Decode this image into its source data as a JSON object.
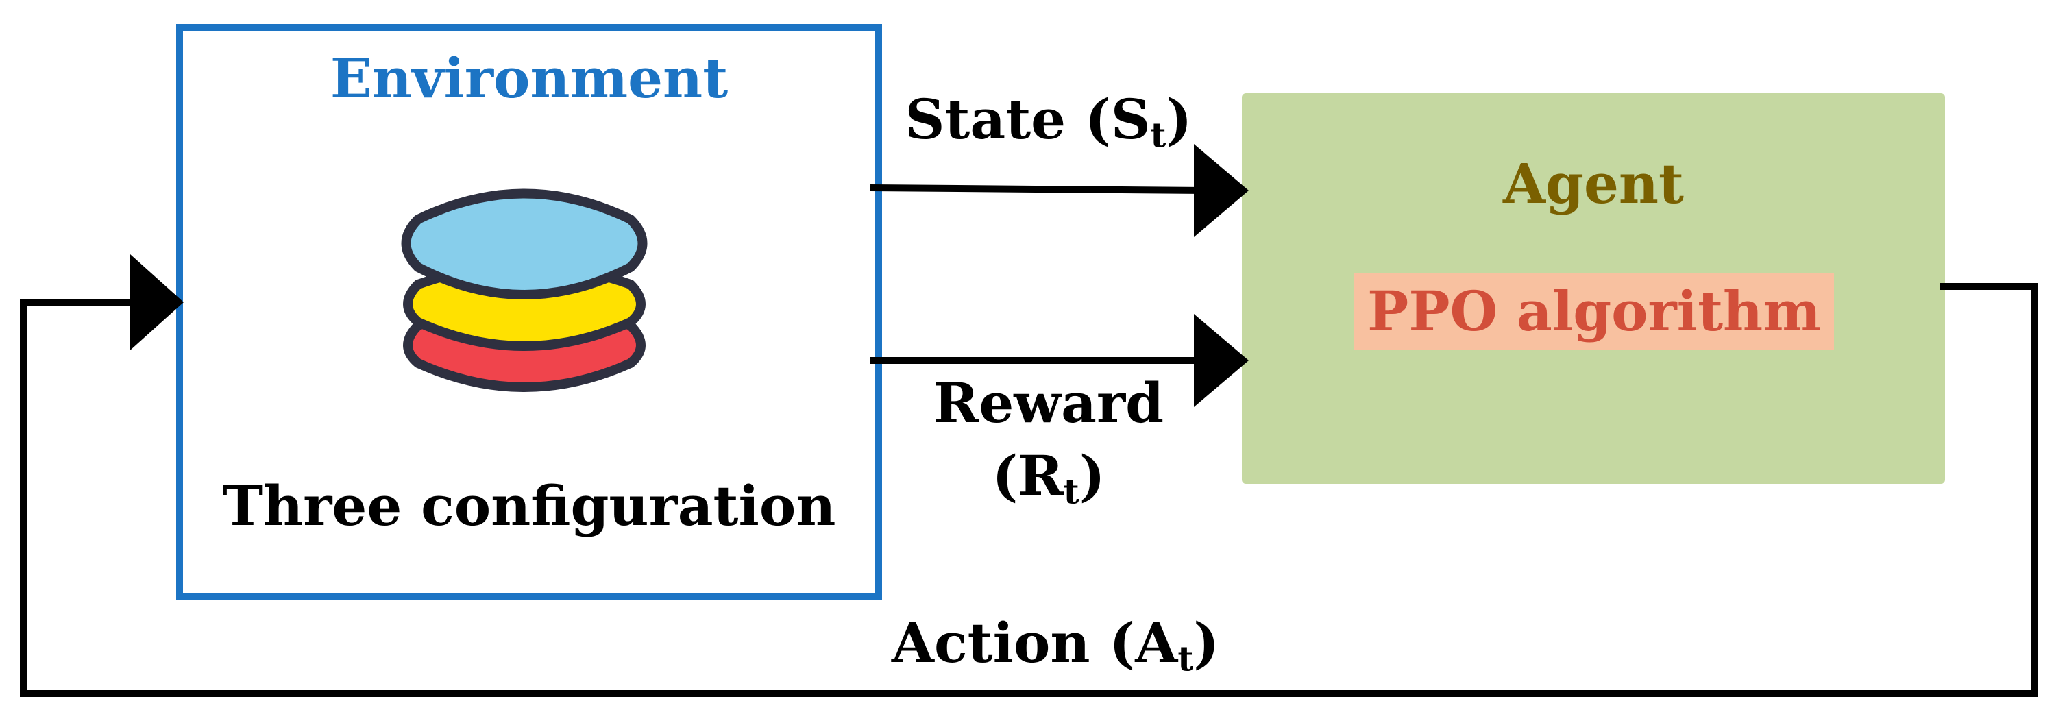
{
  "environment": {
    "title": "Environment",
    "caption": "Three configuration",
    "icon": "layers-icon",
    "border_color": "#1c74c4",
    "title_color": "#1c74c4",
    "layer_colors": [
      "#87ceeb",
      "#ffe100",
      "#f0444c"
    ],
    "outline_color": "#2e3040"
  },
  "agent": {
    "title": "Agent",
    "title_color": "#7a6000",
    "fill_color": "#c5d8a1",
    "algorithm": {
      "label": "PPO algorithm",
      "text_color": "#d24f3a",
      "fill_color": "#f8c1a0"
    }
  },
  "arrows": {
    "state": {
      "label": "State (S",
      "sub": "t",
      "close": ")"
    },
    "reward": {
      "label": "Reward",
      "sym": "(R",
      "sub": "t",
      "close": ")"
    },
    "action": {
      "label": "Action (A",
      "sub": "t",
      "close": ")"
    }
  }
}
